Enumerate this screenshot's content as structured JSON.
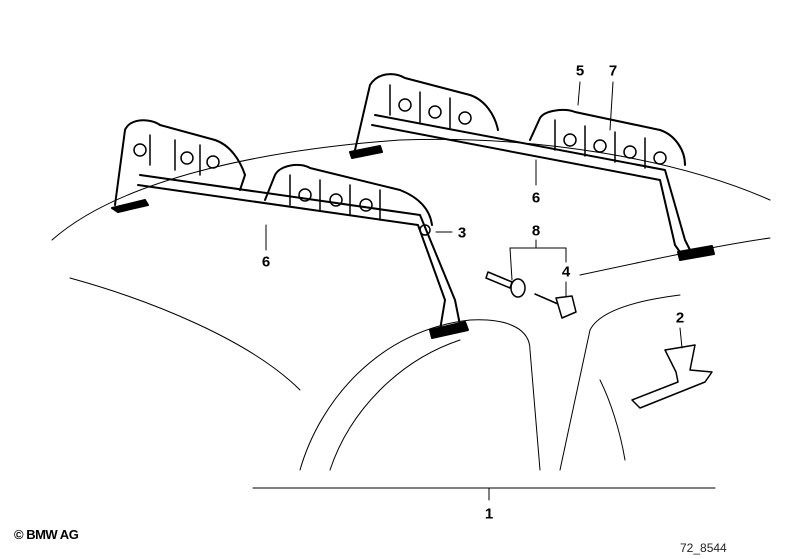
{
  "diagram": {
    "labels": {
      "l1": "1",
      "l2": "2",
      "l3": "3",
      "l4": "4",
      "l5": "5",
      "l6a": "6",
      "l6b": "6",
      "l7": "7",
      "l8": "8"
    },
    "copyright": "© BMW AG",
    "drawing_code": "72_8544"
  }
}
